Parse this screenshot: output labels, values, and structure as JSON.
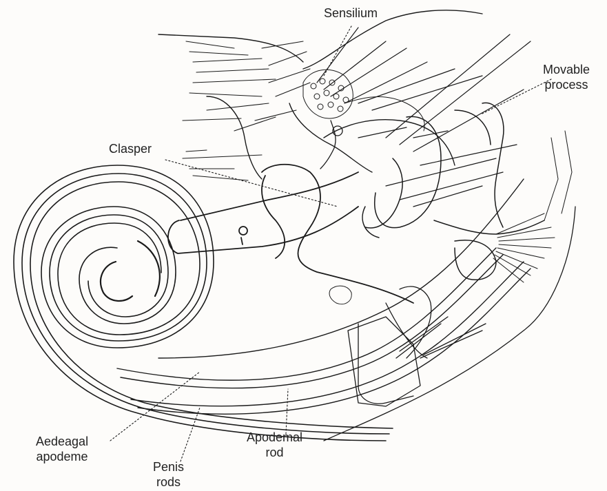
{
  "figure": {
    "labels": {
      "sensilium": "Sensilium",
      "movable_process": [
        "Movable",
        "process"
      ],
      "clasper": "Clasper",
      "aedeagal_apodeme": [
        "Aedeagal",
        "apodeme"
      ],
      "penis_rods": [
        "Penis",
        "rods"
      ],
      "apodemal_rod": [
        "Apodemal",
        "rod"
      ]
    },
    "colors": {
      "ink": "#1a1a1a",
      "background": "#fdfcfa"
    }
  }
}
